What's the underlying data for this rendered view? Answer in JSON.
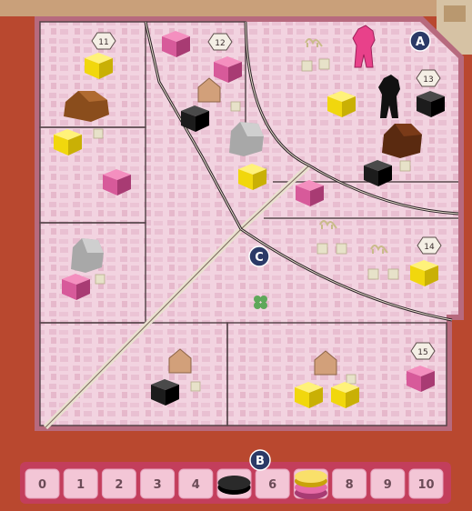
{
  "colors": {
    "background_red": "#b9482f",
    "board_pink": "#f2d3e0",
    "board_pink_dark": "#e6b7ca",
    "callout_navy": "#2b3a67",
    "yellow_cube": "#f7e21a",
    "pink_cube": "#d75a9a",
    "black_cube": "#1c1c1c",
    "brown_building": "#8a4d1c",
    "dark_brown_building": "#5a2a10",
    "tan_meeple": "#d2a07a",
    "magenta_meeple": "#e8418a",
    "black_meeple": "#111111",
    "grey_building": "#a8a8a8"
  },
  "callouts": {
    "a": "A",
    "b": "B",
    "c": "C"
  },
  "district_numbers": {
    "d11": "11",
    "d12": "12",
    "d13": "13",
    "d14": "14",
    "d15": "15"
  },
  "track": {
    "boxes": [
      "0",
      "1",
      "2",
      "3",
      "4",
      "",
      "6",
      "",
      "8",
      "9",
      "10"
    ],
    "markers": [
      {
        "position": 5,
        "type": "black-disc"
      },
      {
        "position": 7,
        "type": "stacked-discs-yellow-pink"
      }
    ]
  },
  "icons": [
    "cube-icon",
    "meeple-icon",
    "building-icon",
    "market-icon",
    "camel-icon",
    "clover-icon",
    "disc-icon"
  ]
}
